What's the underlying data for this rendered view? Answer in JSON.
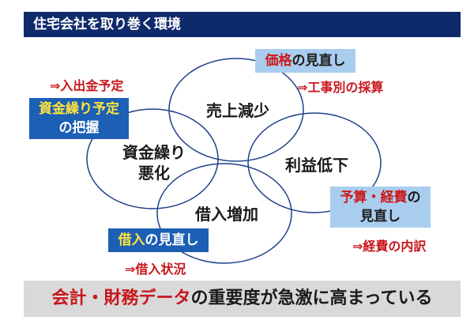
{
  "header": {
    "title": "住宅会社を取り巻く環境"
  },
  "circles": {
    "sales": "売上減少",
    "profit": "利益低下",
    "cash_line1": "資金繰り",
    "cash_line2": "悪化",
    "debt": "借入増加"
  },
  "boxes": {
    "price": {
      "highlight": "価格",
      "rest": "の見直し"
    },
    "cashplan": {
      "highlight": "資金繰り予定",
      "line2": "の把握"
    },
    "budget": {
      "highlight": "予算・経費",
      "rest": "の",
      "line2": "見直し"
    },
    "loan": {
      "highlight": "借入",
      "rest": "の見直し"
    }
  },
  "arrows": {
    "cash_in_out": "⇒入出金予定",
    "by_project": "⇒工事別の採算",
    "expense_detail": "⇒経費の内訳",
    "loan_status": "⇒借入状況"
  },
  "footer": {
    "red": "会計・財務データ",
    "rest": "の重要度が急激に高まっている"
  },
  "colors": {
    "header_bg": "#0f2a6b",
    "box_blue": "#1c5fb5",
    "box_light": "#a9cdee",
    "accent_red": "#c8161d",
    "highlight_yellow": "#ffe53a"
  }
}
